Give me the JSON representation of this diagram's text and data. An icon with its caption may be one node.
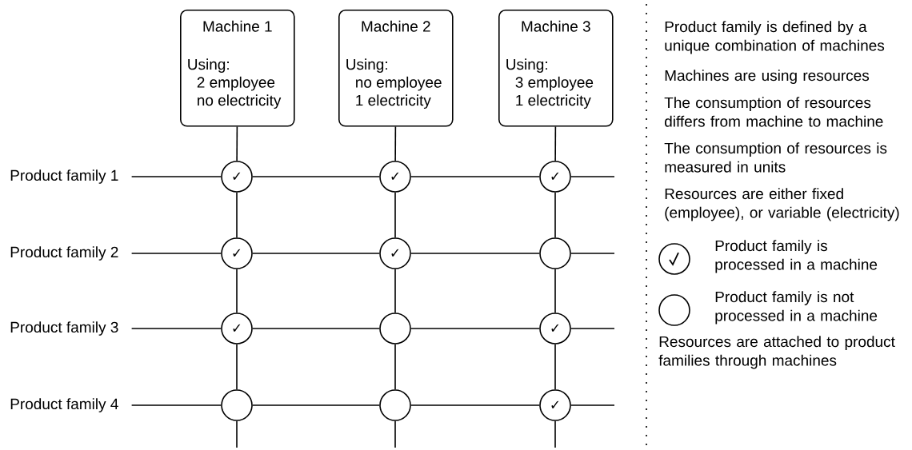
{
  "diagram": {
    "nodes": [
      {
        "text": [
          "Machine 1",
          "Using:",
          "2 employee no electricity"
        ]
      },
      {
        "text": [
          "Machine 2",
          "Using:",
          "no employee 1 electricity"
        ]
      },
      {
        "text": [
          "Machine 3",
          "Using:",
          "3 employee 1 electricity"
        ]
      },
      {
        "text": [
          "Product family 1"
        ]
      },
      {
        "text": [
          "✓"
        ]
      },
      {
        "text": [
          "✓"
        ]
      },
      {
        "text": [
          "✓"
        ]
      },
      {
        "text": [
          "Product family 2"
        ]
      },
      {
        "text": [
          "✓"
        ]
      },
      {
        "text": [
          "✓"
        ]
      },
      {
        "text": [],
        "shape": "circle"
      },
      {
        "text": [
          "Product family 3"
        ]
      },
      {
        "text": [
          "✓"
        ]
      },
      {
        "text": [],
        "shape": "circle"
      },
      {
        "text": [
          "✓"
        ]
      },
      {
        "text": [
          "Product family 4"
        ]
      },
      {
        "text": [],
        "shape": "circle"
      },
      {
        "text": [],
        "shape": "circle"
      },
      {
        "text": [
          "✓"
        ]
      }
    ],
    "edges": [
      {
        "from": 0,
        "to": 4,
        "arrow": "none"
      },
      {
        "from": 4,
        "to": 8,
        "arrow": "none"
      },
      {
        "from": 8,
        "to": 12,
        "arrow": "none"
      },
      {
        "from": 12,
        "to": 16,
        "arrow": "none"
      },
      {
        "from": 16,
        "to": null,
        "arrow": "none"
      },
      {
        "from": 1,
        "to": 5,
        "arrow": "none"
      },
      {
        "from": 5,
        "to": 9,
        "arrow": "none"
      },
      {
        "from": 9,
        "to": 13,
        "arrow": "none"
      },
      {
        "from": 13,
        "to": 17,
        "arrow": "none"
      },
      {
        "from": 17,
        "to": null,
        "arrow": "none"
      },
      {
        "from": 2,
        "to": 6,
        "arrow": "none"
      },
      {
        "from": 6,
        "to": 10,
        "arrow": "none"
      },
      {
        "from": 10,
        "to": 14,
        "arrow": "none"
      },
      {
        "from": 14,
        "to": 18,
        "arrow": "none"
      },
      {
        "from": 18,
        "to": null,
        "arrow": "none"
      },
      {
        "from": 3,
        "to": 4,
        "arrow": "none"
      },
      {
        "from": 4,
        "to": 5,
        "arrow": "none"
      },
      {
        "from": 5,
        "to": 6,
        "arrow": "none"
      },
      {
        "from": 6,
        "to": null,
        "arrow": "none"
      },
      {
        "from": 7,
        "to": 8,
        "arrow": "none"
      },
      {
        "from": 8,
        "to": 9,
        "arrow": "none"
      },
      {
        "from": 9,
        "to": 10,
        "arrow": "none"
      },
      {
        "from": 10,
        "to": null,
        "arrow": "none"
      },
      {
        "from": 11,
        "to": 12,
        "arrow": "none"
      },
      {
        "from": 12,
        "to": 13,
        "arrow": "none"
      },
      {
        "from": 13,
        "to": 14,
        "arrow": "none"
      },
      {
        "from": 14,
        "to": null,
        "arrow": "none"
      },
      {
        "from": 15,
        "to": 16,
        "arrow": "none"
      },
      {
        "from": 16,
        "to": 17,
        "arrow": "none"
      },
      {
        "from": 17,
        "to": 18,
        "arrow": "none"
      },
      {
        "from": 18,
        "to": null,
        "arrow": "none"
      }
    ],
    "labels": [
      "Product family is defined by a unique combination of machines",
      "Machines are using resources",
      "The consumption of resources differs from machine to machine",
      "The consumption of resources is measured in units",
      "Resources are either fixed (employee), or variable (electricity)",
      "Resources are attached to product families through machines"
    ],
    "legend": [
      {
        "text": "Product family is processed in a machine"
      },
      {
        "text": "Product family is not processed in a machine"
      }
    ]
  }
}
